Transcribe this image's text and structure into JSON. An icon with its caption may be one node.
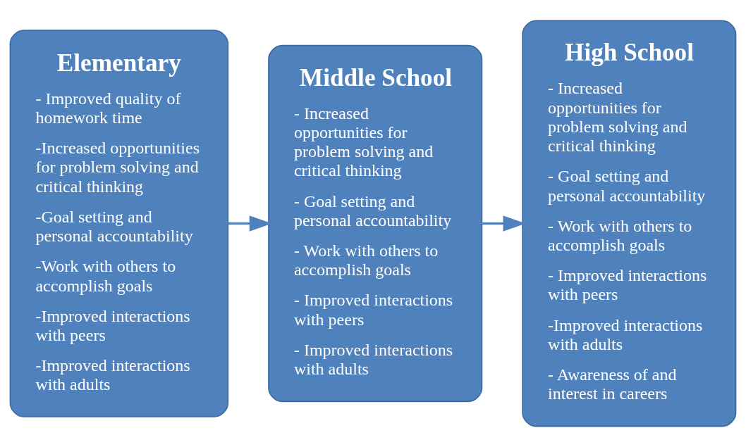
{
  "diagram": {
    "nodes": [
      {
        "text": [
          "Elementary",
          "- Improved quality of homework time",
          "-Increased opportunities for problem solving and critical thinking",
          "-Goal setting and personal accountability",
          "-Work with others to accomplish goals",
          "-Improved interactions with peers",
          "-Improved interactions with adults"
        ]
      },
      {
        "text": [
          "Middle School",
          "- Increased opportunities for problem solving and critical thinking",
          "- Goal setting and personal accountability",
          "- Work with others to accomplish goals",
          "- Improved interactions with peers",
          "- Improved interactions with adults"
        ]
      },
      {
        "text": [
          "High School",
          "- Increased opportunities for problem solving and critical thinking",
          "- Goal setting and personal accountability",
          "- Work with others to accomplish goals",
          "- Improved interactions with peers",
          "-Improved interactions with adults",
          "- Awareness of and interest in careers"
        ]
      }
    ],
    "edges": [
      {
        "from": 0,
        "to": 1,
        "arrow": "to"
      },
      {
        "from": 1,
        "to": 2,
        "arrow": "to"
      }
    ]
  }
}
